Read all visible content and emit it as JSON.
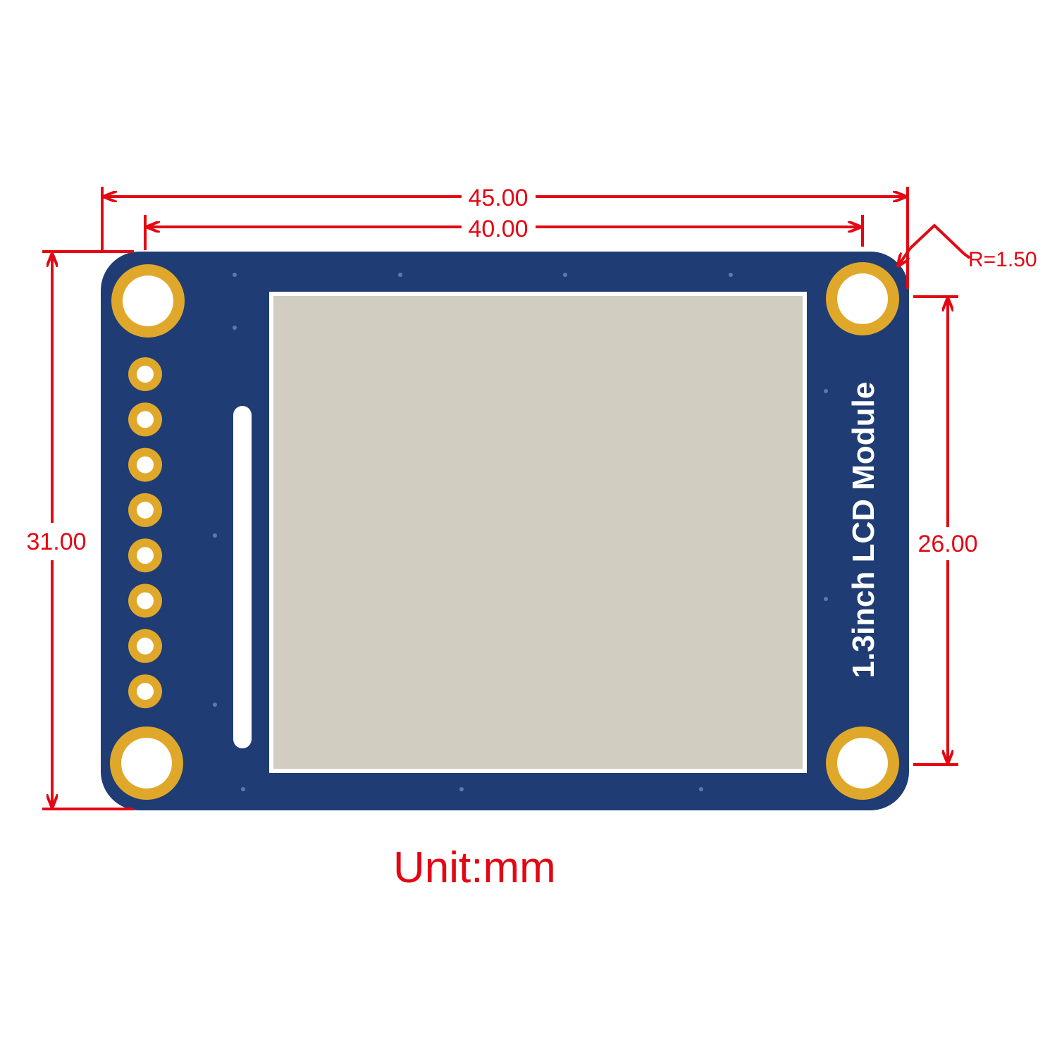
{
  "board": {
    "label": "1.3inch LCD Module",
    "board_color": "#1f3d74",
    "pad_color": "#e0a82a",
    "screen_color": "#d2cdc1",
    "pin_count": 8
  },
  "dimensions": {
    "overall_width": "45.00",
    "hole_spacing_x": "40.00",
    "overall_height": "31.00",
    "hole_spacing_y": "26.00",
    "corner_radius": "R=1.50",
    "line_color": "#e30613"
  },
  "unit_label": "Unit:mm"
}
